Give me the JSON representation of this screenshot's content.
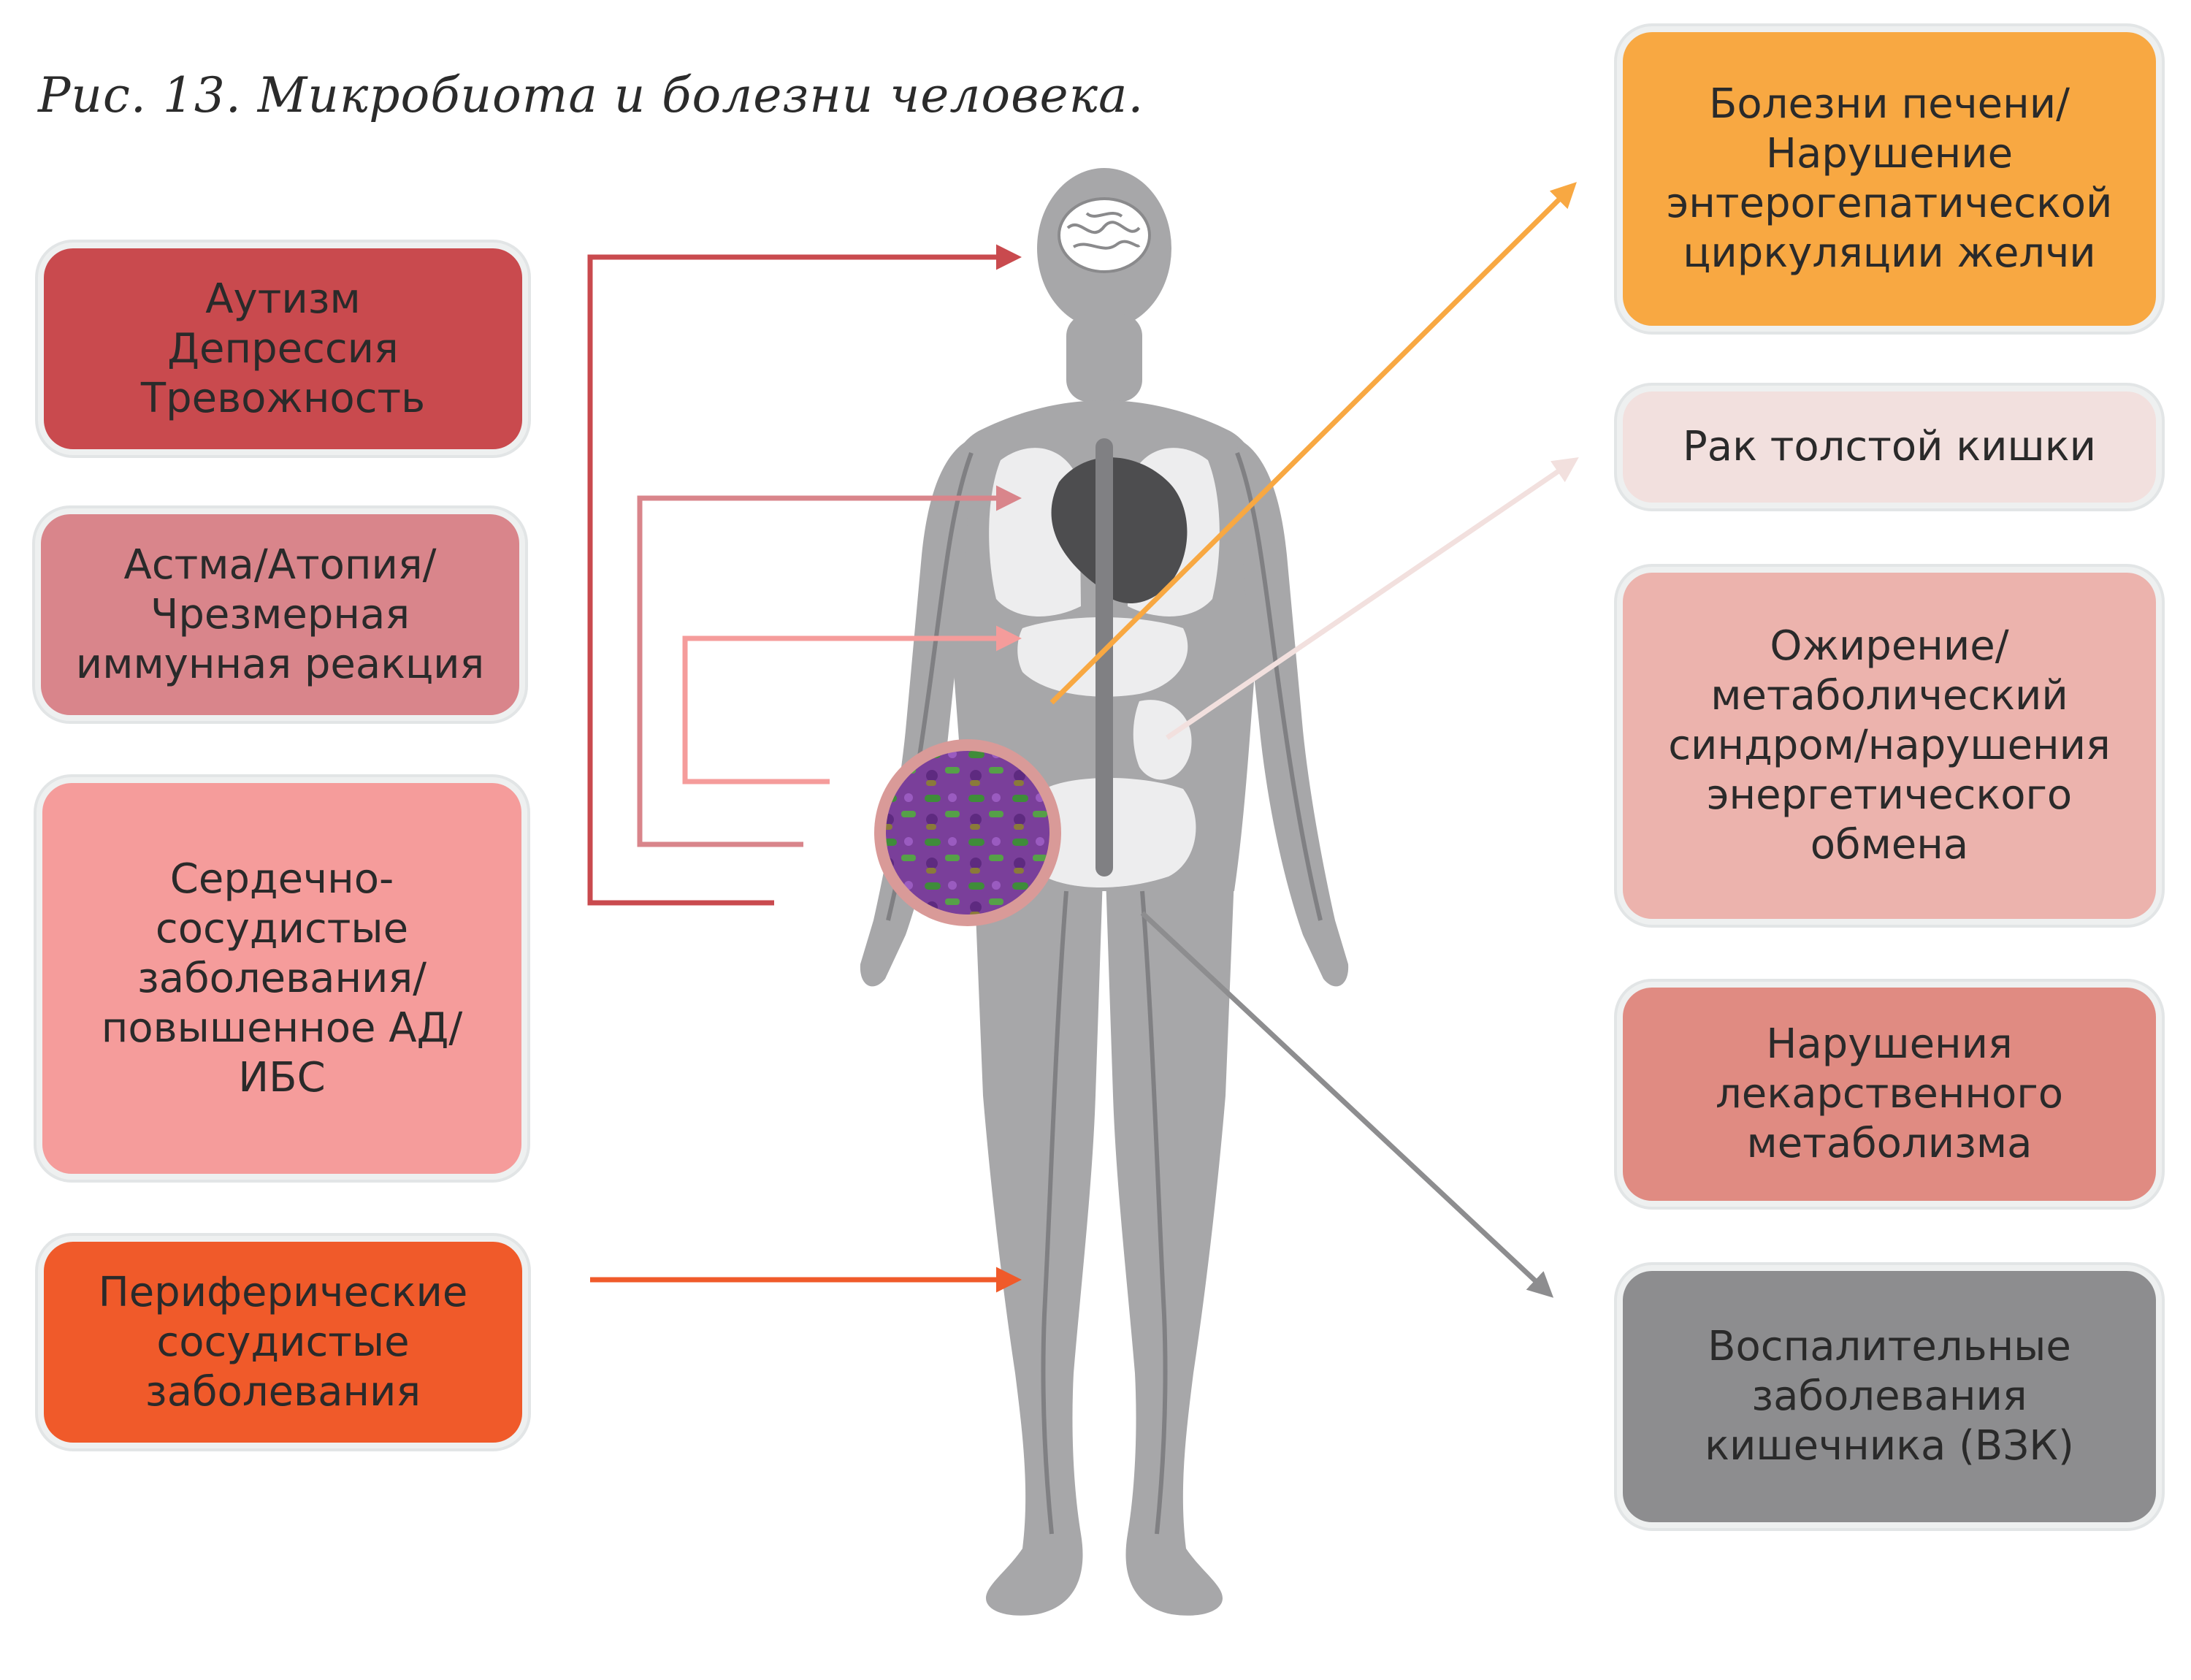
{
  "caption": "Рис. 13. Микробиота и болезни человека.",
  "left_boxes": [
    {
      "text": "Аутизм\nДепрессия\nТревожность",
      "color": "#c94a4e"
    },
    {
      "text": "Астма/Атопия/\nЧрезмерная\nиммунная реакция",
      "color": "#d9858b"
    },
    {
      "text": "Сердечно-\nсосудистые\nзаболевания/\nповышенное АД/\nИБС",
      "color": "#f59c9b"
    },
    {
      "text": "Периферические\nсосудистые\nзаболевания",
      "color": "#f05a2a"
    }
  ],
  "right_boxes": [
    {
      "text": "Болезни печени/\nНарушение\nэнтерогепатической\nциркуляции желчи",
      "color": "#f8a842"
    },
    {
      "text": "Рак толстой кишки",
      "color": "#f2e0de"
    },
    {
      "text": "Ожирение/\nметаболический\nсиндром/нарушения\nэнергетического\nобмена",
      "color": "#ecb3ad"
    },
    {
      "text": "Нарушения\nлекарственного\nметаболизма",
      "color": "#e08b82"
    },
    {
      "text": "Воспалительные\nзаболевания\nкишечника (ВЗК)",
      "color": "#8d8d8f"
    }
  ],
  "colors": {
    "body": "#a7a7a9",
    "organs": "#ededee",
    "heart": "#4d4d4f",
    "vessels": "#808083",
    "microbiota_ring": "#d99a98",
    "arrow_brain": "#c94a4e",
    "arrow_lungs": "#d9858b",
    "arrow_heart": "#f59c9b",
    "arrow_legs": "#f05a2a",
    "arrow_liver": "#f8a842",
    "arrow_colon": "#f2e0de",
    "arrow_ibd": "#8d8d8f"
  }
}
